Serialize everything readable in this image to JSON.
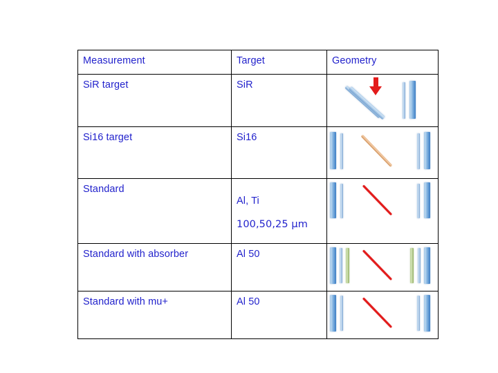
{
  "slide": {
    "background": "#ffffff",
    "text_color": "#2222cc",
    "border_color": "#000000"
  },
  "table": {
    "headers": {
      "measurement": "Measurement",
      "target": "Target",
      "geometry": "Geometry"
    },
    "rows": [
      {
        "measurement": "SiR target",
        "target": "SiR",
        "geometry_description": "diagonal blue double-bar with red down arrow, two vertical blue bars at right"
      },
      {
        "measurement": "Si16 target",
        "target": "Si16",
        "geometry_description": "two vertical blue bars left, orange diagonal line, two vertical blue bars right"
      },
      {
        "measurement": "Standard",
        "target": "Al, Ti",
        "target_line2": "100,50,25 μm",
        "geometry_description": "two vertical blue bars left, red diagonal line, two vertical blue bars right"
      },
      {
        "measurement": "Standard with absorber",
        "target": "Al 50",
        "geometry_description": "two blue bars plus green absorber bar left, red diagonal line, green absorber bar plus two blue bars right"
      },
      {
        "measurement": "Standard with mu+",
        "target": "Al 50",
        "geometry_description": "two vertical blue bars left, red diagonal line, two vertical blue bars right"
      }
    ]
  },
  "colors": {
    "text_blue": "#2222cc",
    "bar_blue_light": "#bcd8f0",
    "bar_blue_dark": "#3d7ec4",
    "bar_green": "#93b065",
    "diagonal_orange": "#cf8a4e",
    "diagonal_red": "#e31b1b",
    "arrow_red": "#e31b1b"
  }
}
